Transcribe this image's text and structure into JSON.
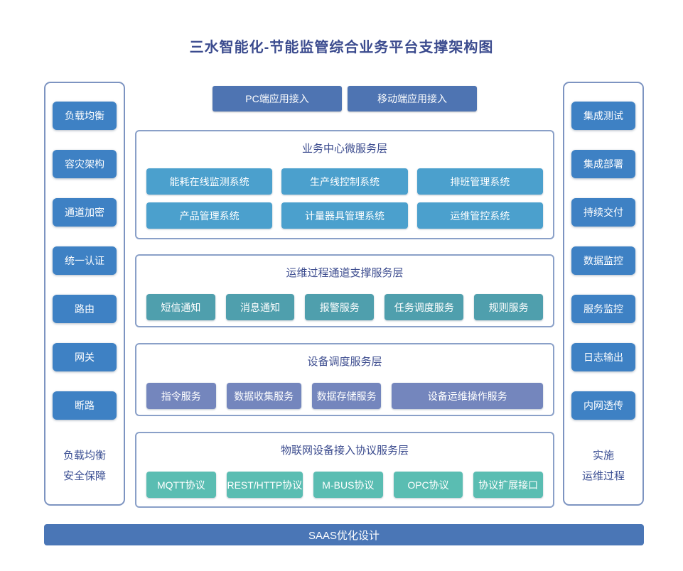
{
  "title": "三水智能化-节能监管综合业务平台支撑架构图",
  "colors": {
    "title_text": "#3b4b8e",
    "side_panel_border": "#7d94c1",
    "side_button": "#3e81c4",
    "access_button": "#4e74b2",
    "layer_border": "#8aa0c8",
    "layer1_button": "#4ba0cd",
    "layer2_button": "#4f9fad",
    "layer3_button": "#7486bd",
    "layer4_button": "#5abdb2",
    "footer_bar": "#4a76b6",
    "caption_text": "#3b4f93"
  },
  "left_panel": {
    "items": [
      "负载均衡",
      "容灾架构",
      "通道加密",
      "统一认证",
      "路由",
      "网关",
      "断路"
    ],
    "caption_line1": "负载均衡",
    "caption_line2": "安全保障"
  },
  "right_panel": {
    "items": [
      "集成测试",
      "集成部署",
      "持续交付",
      "数据监控",
      "服务监控",
      "日志输出",
      "内网透传"
    ],
    "caption_line1": "实施",
    "caption_line2": "运维过程"
  },
  "access_row": {
    "pc": "PC端应用接入",
    "mobile": "移动端应用接入"
  },
  "layers": [
    {
      "title": "业务中心微服务层",
      "items": [
        "能耗在线监测系统",
        "生产线控制系统",
        "排班管理系统",
        "产品管理系统",
        "计量器具管理系统",
        "运维管控系统"
      ]
    },
    {
      "title": "运维过程通道支撑服务层",
      "items": [
        "短信通知",
        "消息通知",
        "报警服务",
        "任务调度服务",
        "规则服务"
      ]
    },
    {
      "title": "设备调度服务层",
      "items": [
        "指令服务",
        "数据收集服务",
        "数据存储服务",
        "设备运维操作服务"
      ]
    },
    {
      "title": "物联网设备接入协议服务层",
      "items": [
        "MQTT协议",
        "REST/HTTP协议",
        "M-BUS协议",
        "OPC协议",
        "协议扩展接口"
      ]
    }
  ],
  "footer": {
    "label": "SAAS优化设计"
  }
}
